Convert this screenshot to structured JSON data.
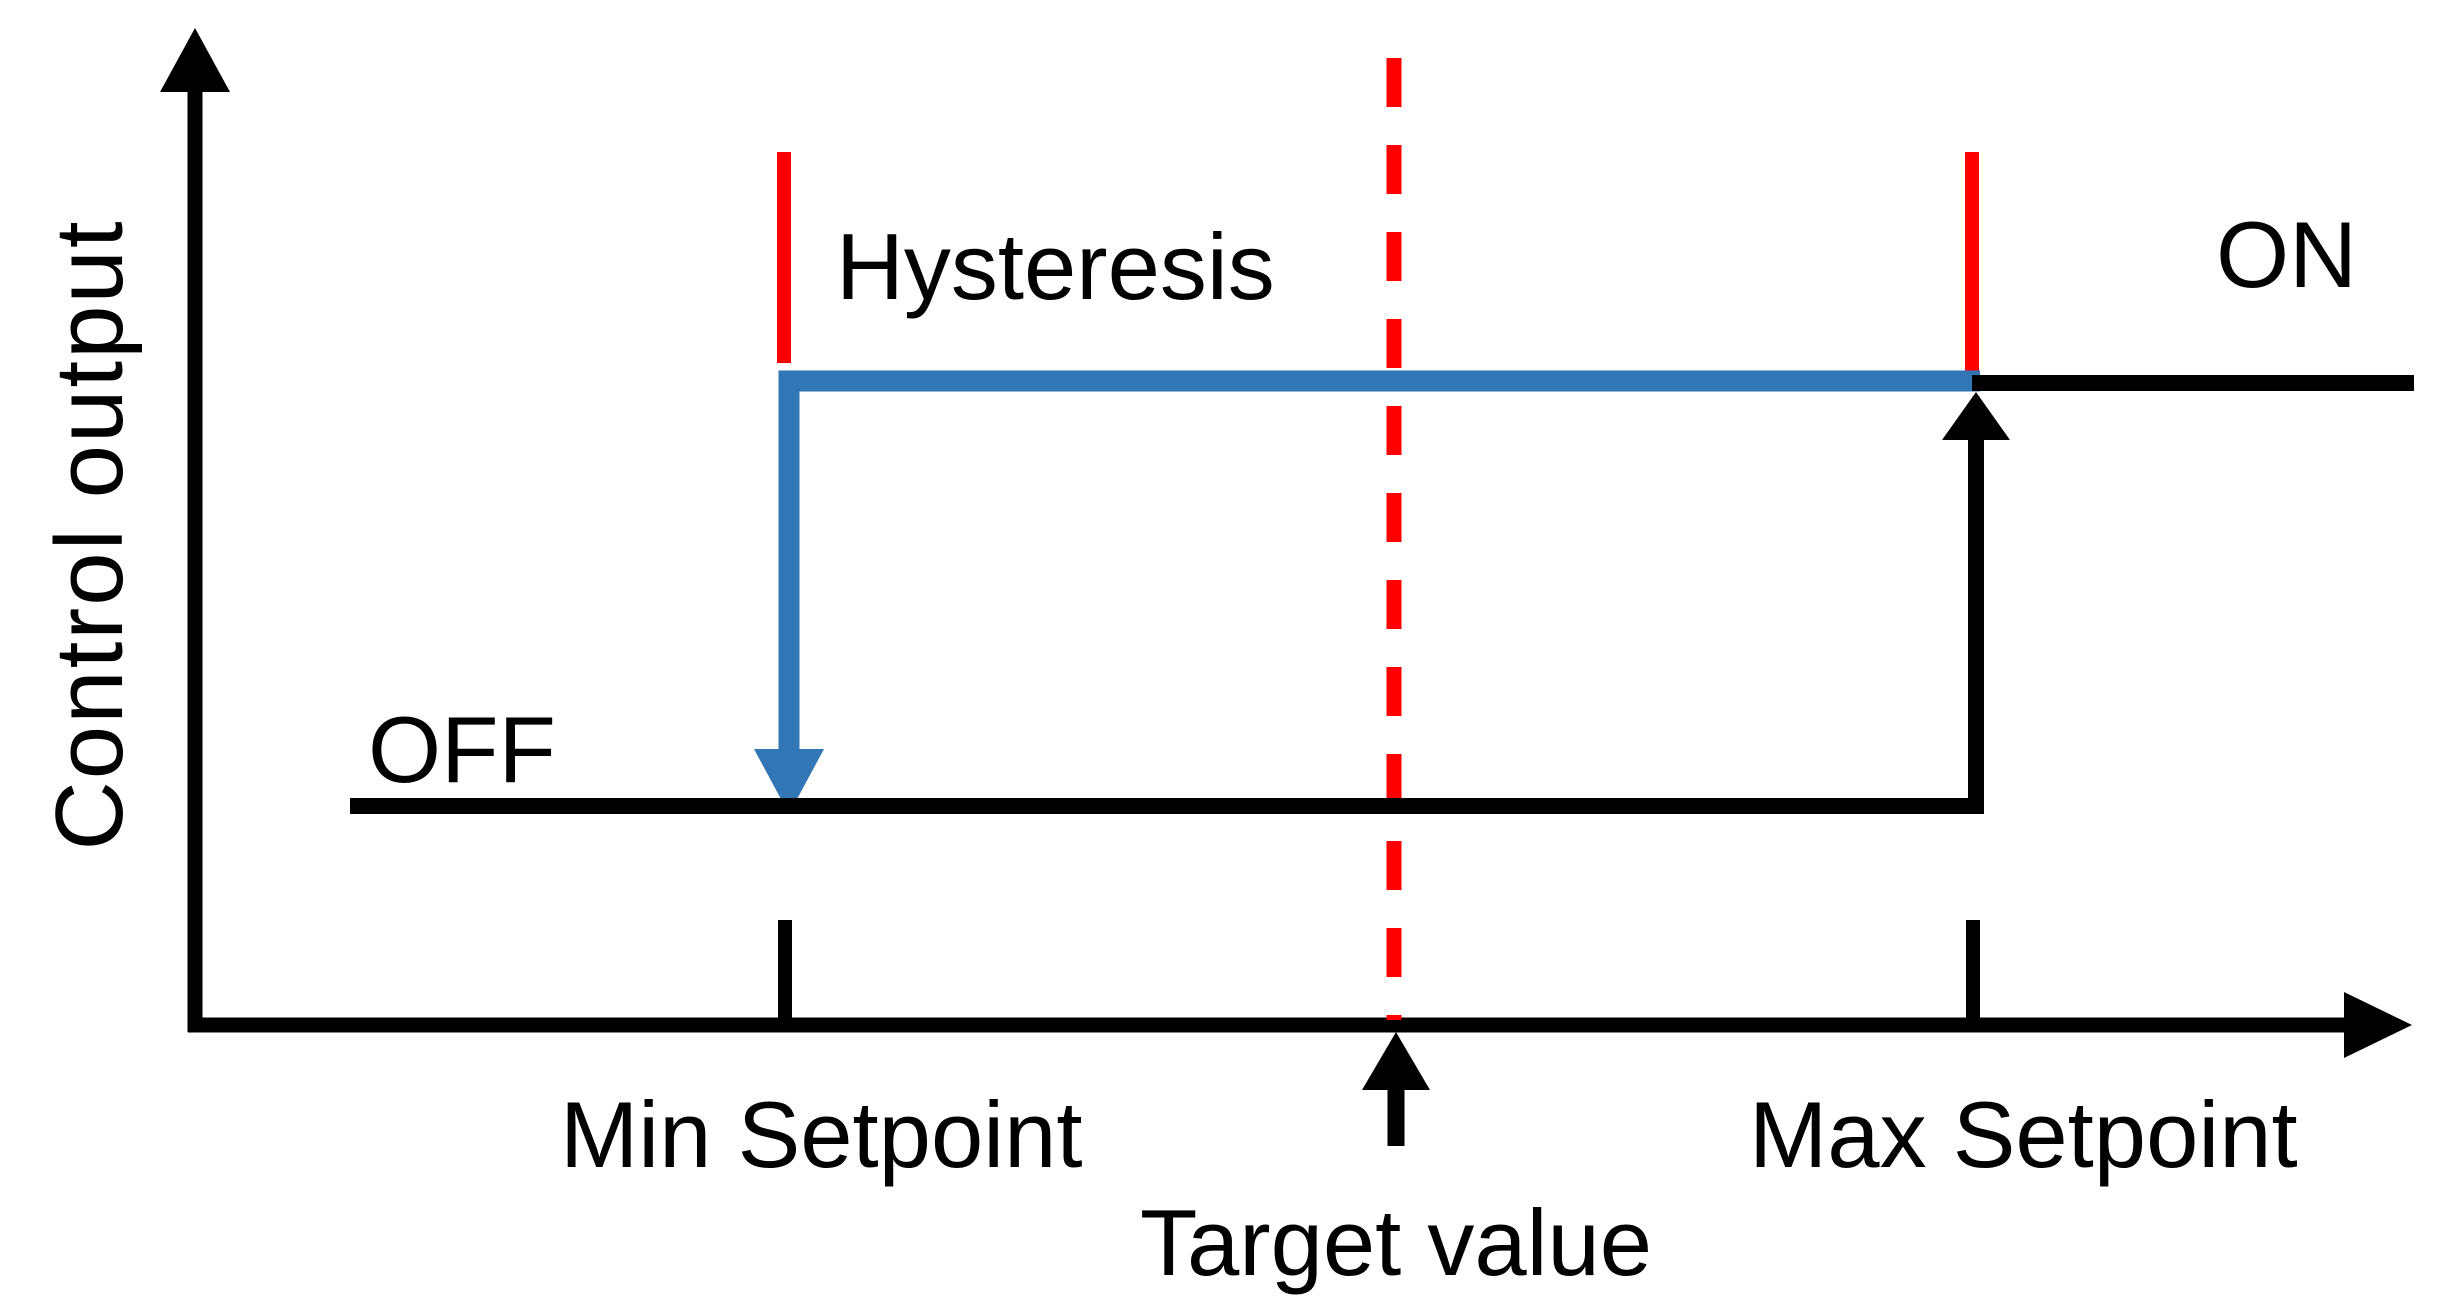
{
  "diagram": {
    "type": "hysteresis-on-off-control",
    "y_axis_label": "Control output",
    "labels": {
      "hysteresis": "Hysteresis",
      "on": "ON",
      "off": "OFF",
      "min_setpoint": "Min Setpoint",
      "max_setpoint": "Max Setpoint",
      "target_value": "Target value"
    },
    "levels": {
      "on_output": "high",
      "off_output": "low"
    },
    "paths": [
      {
        "name": "falling-path",
        "color_key": "falling_path",
        "description": "stays ON from Max to Min Setpoint, drops to OFF at Min Setpoint (blue down arrow)"
      },
      {
        "name": "rising-path",
        "color_key": "switch_path",
        "description": "stays OFF until Max Setpoint, jumps to ON at Max Setpoint (black up arrow)"
      }
    ],
    "colors": {
      "axis": "#000000",
      "switch_path": "#000000",
      "falling_path": "#3276b5",
      "setpoint_marker": "#ff0000",
      "target_line": "#ff0000",
      "text": "#000000"
    }
  }
}
